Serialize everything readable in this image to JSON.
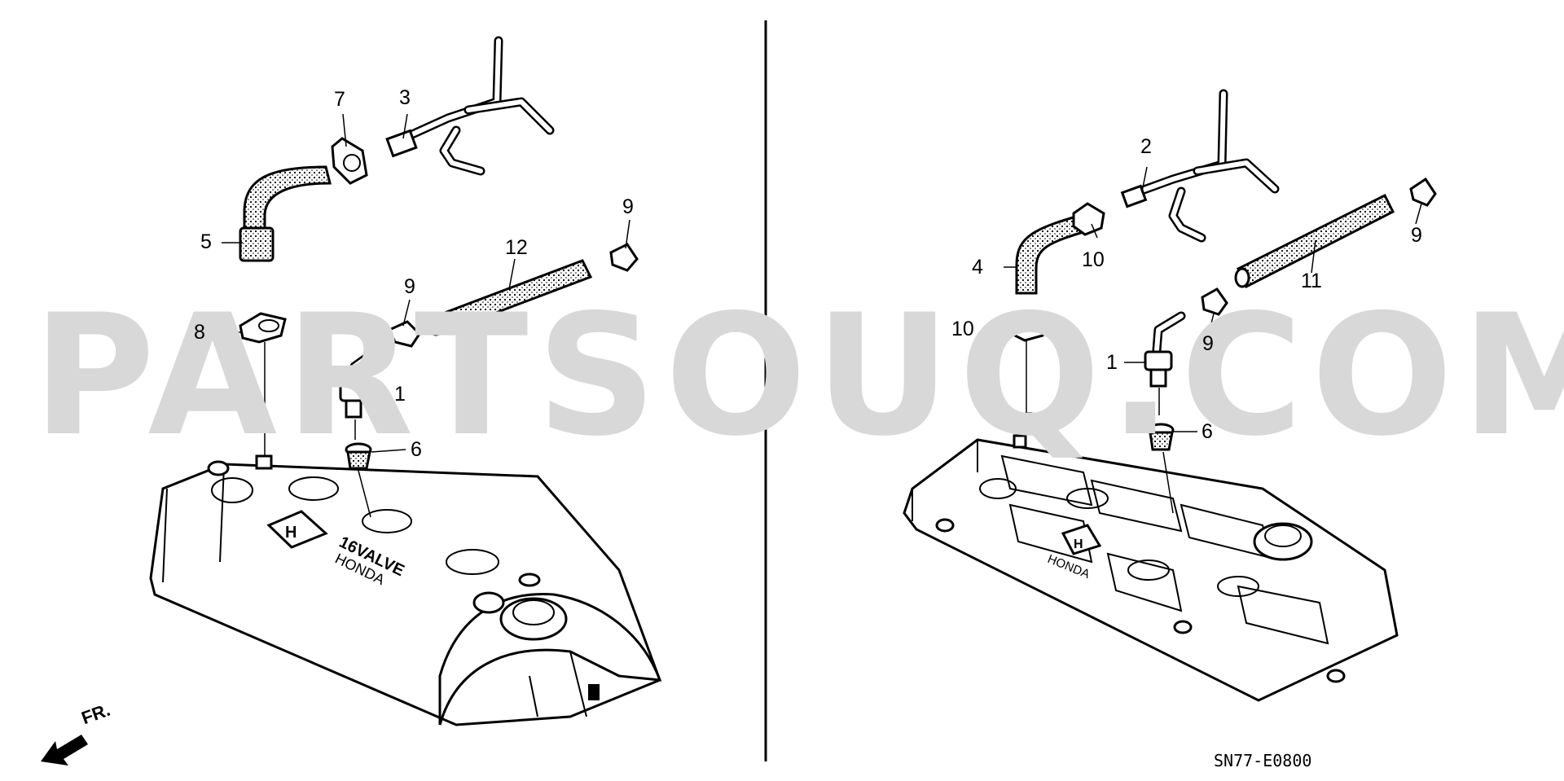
{
  "watermark": "PARTSOUQ.COM",
  "diagram_code": "SN77-E0800",
  "front_label": "FR.",
  "cover_left_text": {
    "line1": "16VALVE",
    "line2": "HONDA"
  },
  "cover_right_text": "HONDA",
  "callouts_left": [
    {
      "id": "7",
      "label": "7"
    },
    {
      "id": "3",
      "label": "3"
    },
    {
      "id": "5",
      "label": "5"
    },
    {
      "id": "12",
      "label": "12"
    },
    {
      "id": "9a",
      "label": "9"
    },
    {
      "id": "9b",
      "label": "9"
    },
    {
      "id": "8",
      "label": "8"
    },
    {
      "id": "1",
      "label": "1"
    },
    {
      "id": "6",
      "label": "6"
    }
  ],
  "callouts_right": [
    {
      "id": "2",
      "label": "2"
    },
    {
      "id": "9a",
      "label": "9"
    },
    {
      "id": "4",
      "label": "4"
    },
    {
      "id": "10a",
      "label": "10"
    },
    {
      "id": "11",
      "label": "11"
    },
    {
      "id": "10b",
      "label": "10"
    },
    {
      "id": "9b",
      "label": "9"
    },
    {
      "id": "1",
      "label": "1"
    },
    {
      "id": "6",
      "label": "6"
    }
  ]
}
